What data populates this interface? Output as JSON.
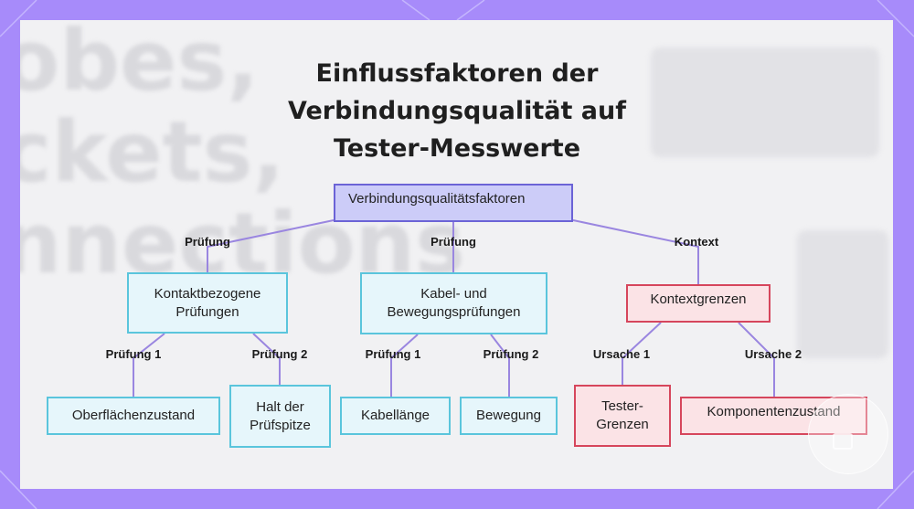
{
  "title_lines": [
    "Einflussfaktoren der",
    "Verbindungsqualität auf",
    "Tester-Messwerte"
  ],
  "nodes": {
    "root": "Verbindungsqualitätsfaktoren",
    "contact": "Kontaktbezogene Prüfungen",
    "cable": "Kabel- und Bewegungsprüfungen",
    "context": "Kontextgrenzen",
    "surface": "Oberflächenzustand",
    "probe_hold": "Halt der Prüfspitze",
    "cable_length": "Kabellänge",
    "movement": "Bewegung",
    "tester_limits": "Tester-Grenzen",
    "component_state": "Komponentenzustand"
  },
  "edge_labels": {
    "root_contact": "Prüfung",
    "root_cable": "Prüfung",
    "root_context": "Kontext",
    "contact_surface": "Prüfung 1",
    "contact_probe": "Prüfung 2",
    "cable_length": "Prüfung 1",
    "cable_movement": "Prüfung 2",
    "context_tester": "Ursache 1",
    "context_component": "Ursache 2"
  },
  "background_text": "obes,\nckets,\nnnections",
  "colors": {
    "frame": "#a78bfa",
    "root_fill": "#ccccf8",
    "root_border": "#6b63d6",
    "blue_fill": "#e6f6fb",
    "blue_border": "#5ac5dc",
    "red_fill": "#fbe3e6",
    "red_border": "#d6465c",
    "connector": "#9a86e0"
  }
}
